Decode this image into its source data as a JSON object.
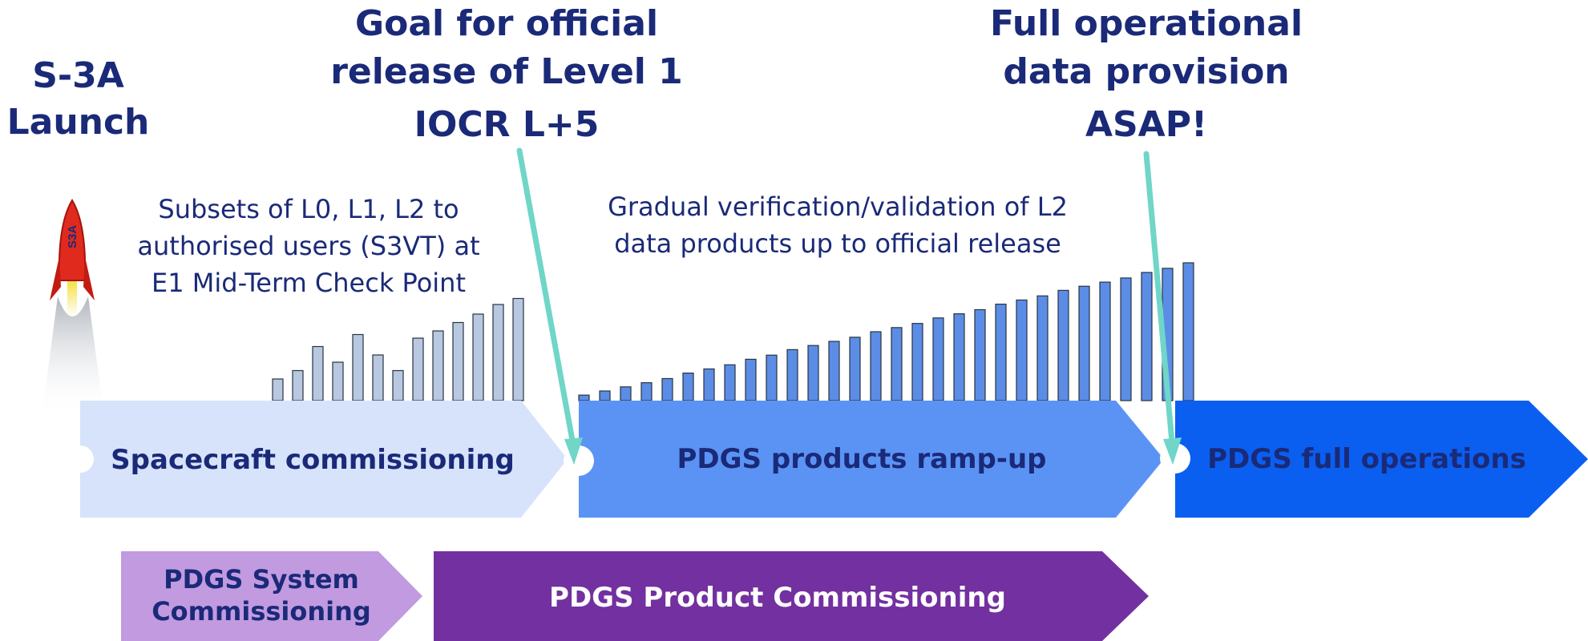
{
  "headings": {
    "launch": [
      "S-3A",
      "Launch"
    ],
    "goal": [
      "Goal for official",
      "release of Level 1",
      "IOCR L+5"
    ],
    "full_ops": [
      "Full operational",
      "data provision",
      "ASAP!"
    ]
  },
  "notes": {
    "subsets": [
      "Subsets of L0, L1, L2 to",
      "authorised users (S3VT) at",
      "E1 Mid-Term Check Point"
    ],
    "gradual": [
      "Gradual verification/validation of L2",
      "data products up to official release"
    ]
  },
  "rocket_label": "S3A",
  "phases": [
    {
      "label": "Spacecraft commissioning",
      "color": "#d6e3fb",
      "text_color": "#1a2a78"
    },
    {
      "label": "PDGS products ramp-up",
      "color": "#5b93f5",
      "text_color": "#1a2a78"
    },
    {
      "label": "PDGS full operations",
      "color": "#0a5ff0",
      "text_color": "#1a2a78"
    }
  ],
  "commissioning": [
    {
      "label": [
        "PDGS System",
        "Commissioning"
      ],
      "color": "#c29ae0",
      "text_color": "#1a2a78"
    },
    {
      "label": [
        "PDGS Product Commissioning"
      ],
      "color": "#7330a0",
      "text_color": "#ffffff"
    }
  ],
  "bars_early": [
    0.18,
    0.25,
    0.45,
    0.32,
    0.55,
    0.38,
    0.25,
    0.52,
    0.58,
    0.65,
    0.72,
    0.8,
    0.85
  ],
  "bars_ramp": [
    0.04,
    0.07,
    0.1,
    0.13,
    0.16,
    0.2,
    0.23,
    0.26,
    0.3,
    0.33,
    0.37,
    0.4,
    0.43,
    0.46,
    0.5,
    0.53,
    0.56,
    0.6,
    0.63,
    0.66,
    0.7,
    0.73,
    0.76,
    0.8,
    0.83,
    0.86,
    0.89,
    0.93,
    0.96,
    1.0
  ],
  "colors": {
    "bar_early": "#b8c8e0",
    "bar_ramp": "#5b8de6",
    "arrow": "#6fd6c8",
    "heading": "#1a2a78"
  }
}
